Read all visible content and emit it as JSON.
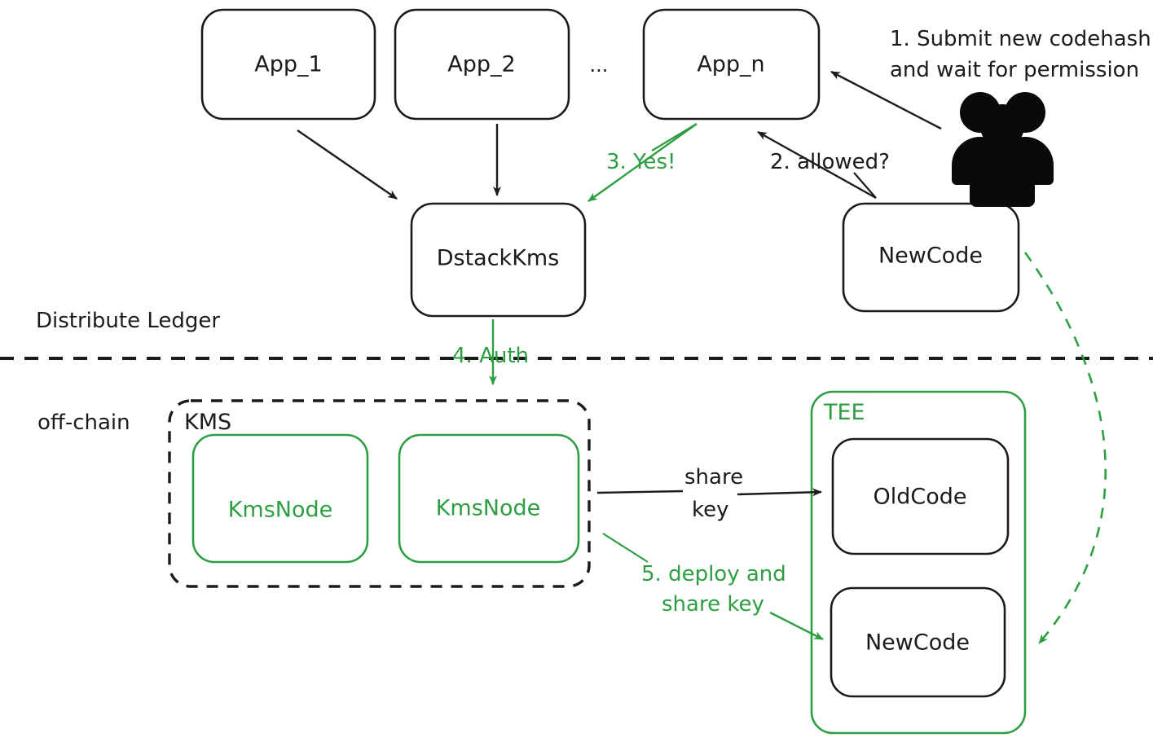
{
  "diagram": {
    "title": "Dstack KMS upgrade flow",
    "colors": {
      "green": "#2e9e43",
      "black": "#1b1b1b",
      "background": "#ffffff"
    },
    "regions": {
      "on_chain_label": "Distribute Ledger",
      "off_chain_label": "off-chain"
    },
    "nodes": {
      "app_1": "App_1",
      "app_2": "App_2",
      "app_ellipsis": "...",
      "app_n": "App_n",
      "dstack_kms": "DstackKms",
      "new_code_chain": "NewCode",
      "kms_group": "KMS",
      "kms_node_1": "KmsNode",
      "kms_node_2": "KmsNode",
      "tee_group": "TEE",
      "tee_old_code": "OldCode",
      "tee_new_code": "NewCode"
    },
    "edges": {
      "step1_line1": "1. Submit new codehash",
      "step1_line2": "and wait for permission",
      "step2": "2. allowed?",
      "step3": "3. Yes!",
      "step4": "4. Auth",
      "share_key_line1": "share",
      "share_key_line2": "key",
      "step5_line1": "5. deploy and",
      "step5_line2": "share key"
    },
    "icons": {
      "users": "users-group-icon"
    }
  }
}
